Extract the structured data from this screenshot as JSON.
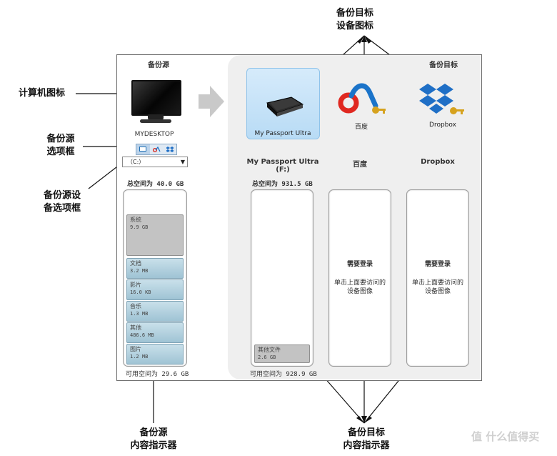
{
  "callouts": {
    "dest_device_icon": [
      "备份目标",
      "设备图标"
    ],
    "computer_icon": "计算机图标",
    "source_option_box": [
      "备份源",
      "选项框"
    ],
    "source_device_option_box": [
      "备份源设",
      "备选项框"
    ],
    "source_content_indicator": [
      "备份源",
      "内容指示器"
    ],
    "dest_content_indicator": [
      "备份目标",
      "内容指示器"
    ]
  },
  "source": {
    "header": "备份源",
    "computer_name": "MYDESKTOP",
    "option_icons": [
      "computer-icon",
      "baidu-icon",
      "dropbox-icon"
    ],
    "drive_select": "（C:）",
    "total_space": "总空间为 40.0 GB",
    "free_space": "可用空间为 29.6 GB",
    "categories": [
      {
        "name": "系统",
        "size": "9.9 GB",
        "style": "gray"
      },
      {
        "name": "文档",
        "size": "3.2 MB",
        "style": "blue"
      },
      {
        "name": "影片",
        "size": "16.0 KB",
        "style": "blue"
      },
      {
        "name": "音乐",
        "size": "1.3 MB",
        "style": "blue"
      },
      {
        "name": "其他",
        "size": "486.6 MB",
        "style": "blue"
      },
      {
        "name": "图片",
        "size": "1.2 MB",
        "style": "blue"
      }
    ]
  },
  "destination": {
    "header": "备份目标",
    "devices": [
      {
        "label": "My Passport Ultra",
        "icon": "passport-drive-icon",
        "selected": true
      },
      {
        "label": "百度",
        "icon": "baidu-cloud-icon",
        "selected": false
      },
      {
        "label": "Dropbox",
        "icon": "dropbox-icon",
        "selected": false
      }
    ],
    "columns": [
      {
        "title": "My Passport Ultra (F:)",
        "total_space": "总空间为 931.5 GB",
        "free_space": "可用空间为 928.9 GB",
        "segment": {
          "name": "其他文件",
          "size": "2.6 GB"
        }
      },
      {
        "title": "百度",
        "login_title": "需要登录",
        "login_hint": [
          "单击上面要访问的",
          "设备图像"
        ]
      },
      {
        "title": "Dropbox",
        "login_title": "需要登录",
        "login_hint": [
          "单击上面要访问的",
          "设备图像"
        ]
      }
    ]
  },
  "watermark": "值 什么值得买",
  "colors": {
    "selected_device": "#b8dbf5",
    "segment_blue": "#9fc3d4",
    "segment_gray": "#c3c3c3",
    "panel": "#efefef"
  }
}
